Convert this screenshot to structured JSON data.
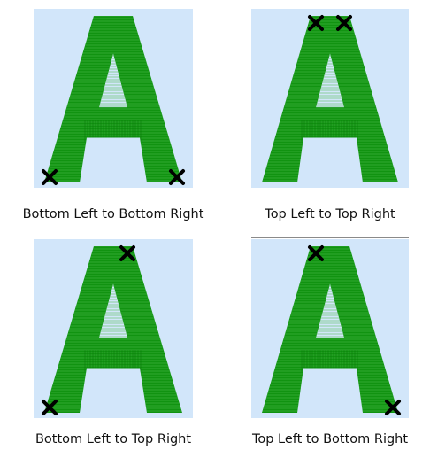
{
  "options": [
    {
      "caption": "Bottom Left to Bottom Right",
      "start": "bottom-left",
      "end": "bottom-right"
    },
    {
      "caption": "Top Left to Top Right",
      "start": "top-left",
      "end": "top-right"
    },
    {
      "caption": "Bottom Left to Top Right",
      "start": "bottom-left",
      "end": "top-right"
    },
    {
      "caption": "Top Left to Bottom Right",
      "start": "top-left",
      "end": "bottom-right"
    }
  ],
  "colors": {
    "panel_background": "#d2e6fa",
    "stitch_fill": "#119311",
    "stitch_dark": "#0a7a0a",
    "stitch_light": "#4dbb4d",
    "marker": "#000000"
  },
  "icons": {
    "marker": "x-marker-icon",
    "preview": "letter-a-stitch-preview"
  }
}
